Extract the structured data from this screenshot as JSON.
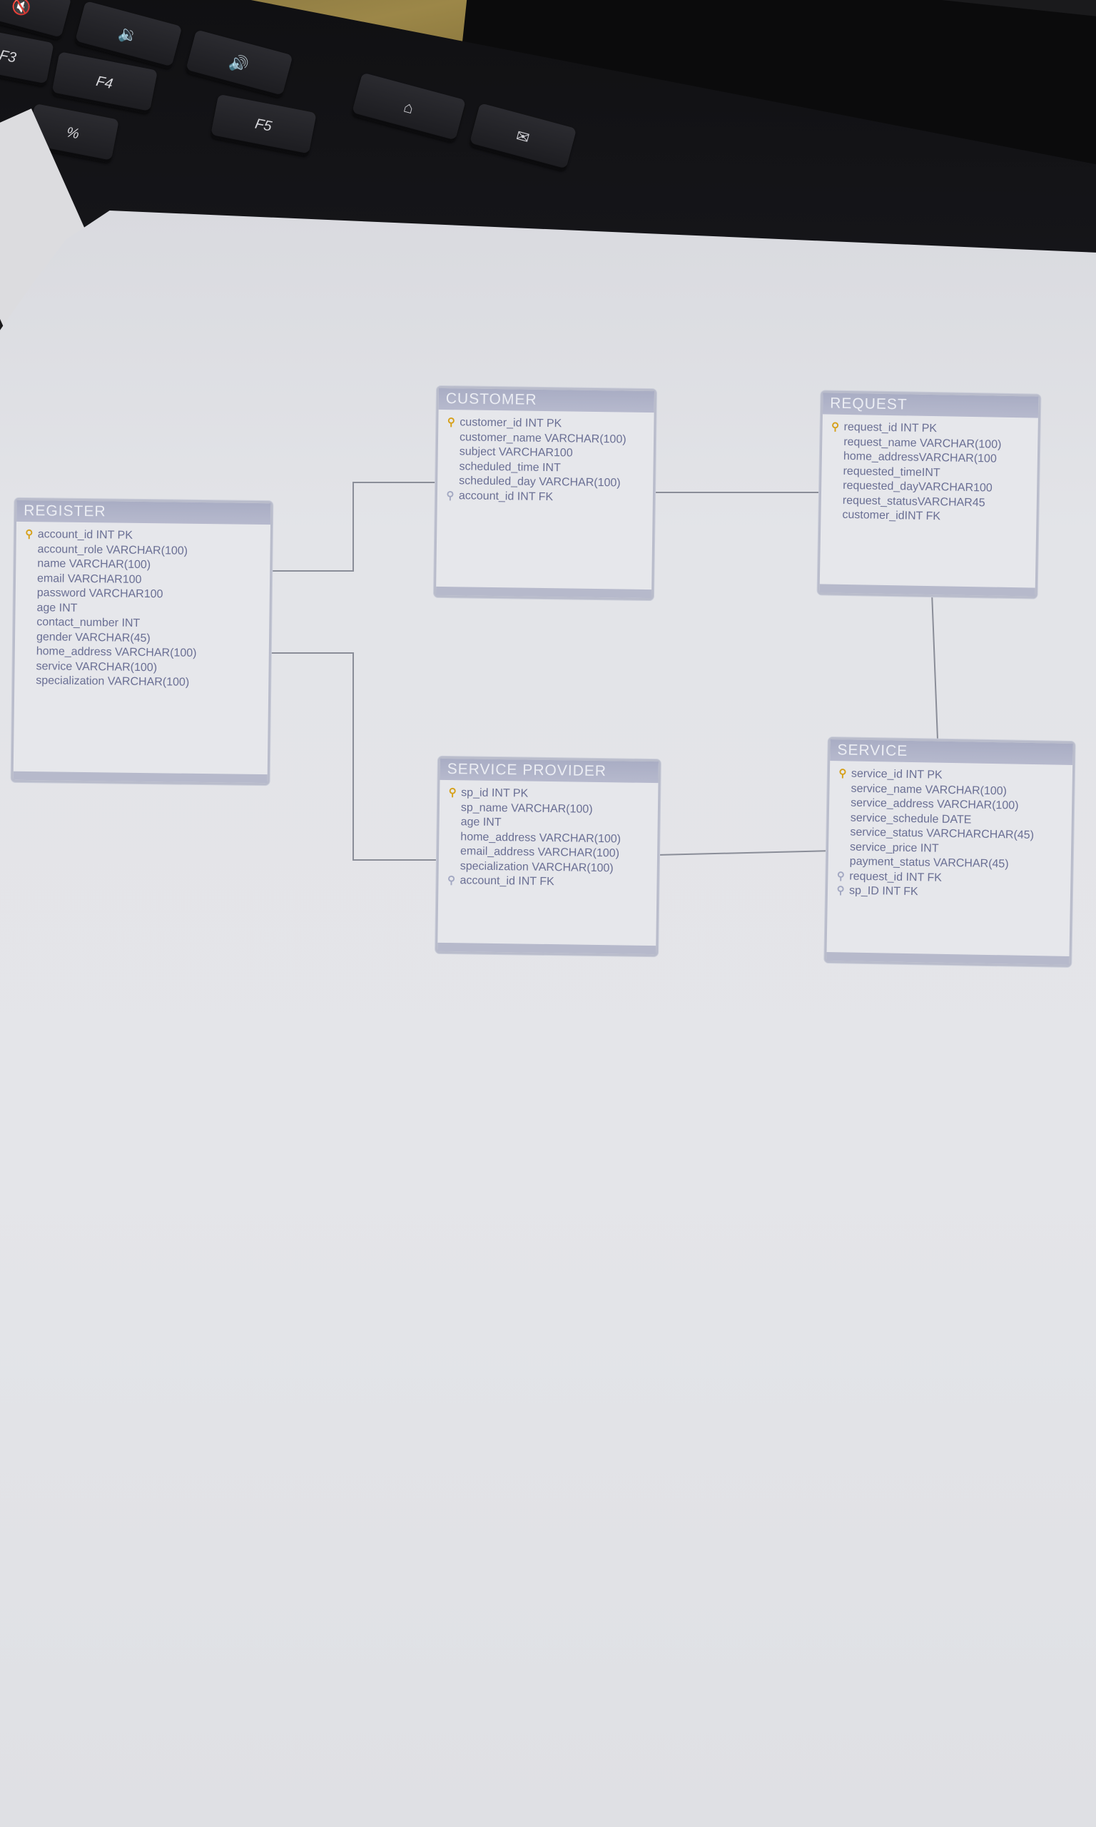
{
  "keyboard": {
    "keys": [
      {
        "label": "F3"
      },
      {
        "label": "F4"
      },
      {
        "label": "F5"
      },
      {
        "label": "%"
      },
      {
        "icon": "mute-icon"
      },
      {
        "icon": "volume-down-icon"
      },
      {
        "icon": "volume-up-icon"
      },
      {
        "icon": "home-icon"
      },
      {
        "icon": "mail-icon"
      }
    ]
  },
  "entities": {
    "register": {
      "title": "REGISTER",
      "attributes": [
        {
          "text": "account_id INT PK",
          "key": "pk"
        },
        {
          "text": "account_role VARCHAR(100)",
          "key": "none"
        },
        {
          "text": "name VARCHAR(100)",
          "key": "none"
        },
        {
          "text": "email VARCHAR100",
          "key": "none"
        },
        {
          "text": "password VARCHAR100",
          "key": "none"
        },
        {
          "text": "age INT",
          "key": "none"
        },
        {
          "text": "contact_number INT",
          "key": "none"
        },
        {
          "text": "gender VARCHAR(45)",
          "key": "none"
        },
        {
          "text": "home_address VARCHAR(100)",
          "key": "none"
        },
        {
          "text": "service VARCHAR(100)",
          "key": "none"
        },
        {
          "text": "specialization VARCHAR(100)",
          "key": "none"
        }
      ]
    },
    "customer": {
      "title": "CUSTOMER",
      "attributes": [
        {
          "text": "customer_id INT PK",
          "key": "pk"
        },
        {
          "text": "customer_name VARCHAR(100)",
          "key": "none"
        },
        {
          "text": "subject VARCHAR100",
          "key": "none"
        },
        {
          "text": "scheduled_time INT",
          "key": "none"
        },
        {
          "text": "scheduled_day VARCHAR(100)",
          "key": "none"
        },
        {
          "text": "account_id INT FK",
          "key": "fk"
        }
      ]
    },
    "request": {
      "title": "REQUEST",
      "attributes": [
        {
          "text": "request_id INT PK",
          "key": "pk"
        },
        {
          "text": "request_name VARCHAR(100)",
          "key": "none"
        },
        {
          "text": "home_addressVARCHAR(100",
          "key": "none"
        },
        {
          "text": "requested_timeINT",
          "key": "none"
        },
        {
          "text": "requested_dayVARCHAR100",
          "key": "none"
        },
        {
          "text": "request_statusVARCHAR45",
          "key": "none"
        },
        {
          "text": "customer_idINT FK",
          "key": "none"
        }
      ]
    },
    "service_provider": {
      "title": "SERVICE PROVIDER",
      "attributes": [
        {
          "text": "sp_id INT PK",
          "key": "pk"
        },
        {
          "text": "sp_name VARCHAR(100)",
          "key": "none"
        },
        {
          "text": "age INT",
          "key": "none"
        },
        {
          "text": "home_address VARCHAR(100)",
          "key": "none"
        },
        {
          "text": "email_address VARCHAR(100)",
          "key": "none"
        },
        {
          "text": "specialization VARCHAR(100)",
          "key": "none"
        },
        {
          "text": "account_id INT FK",
          "key": "fk"
        }
      ]
    },
    "service": {
      "title": "SERVICE",
      "attributes": [
        {
          "text": "service_id INT PK",
          "key": "pk"
        },
        {
          "text": "service_name VARCHAR(100)",
          "key": "none"
        },
        {
          "text": "service_address VARCHAR(100)",
          "key": "none"
        },
        {
          "text": "service_schedule DATE",
          "key": "none"
        },
        {
          "text": "service_status VARCHARCHAR(45)",
          "key": "none"
        },
        {
          "text": "service_price INT",
          "key": "none"
        },
        {
          "text": "payment_status VARCHAR(45)",
          "key": "none"
        },
        {
          "text": "request_id INT FK",
          "key": "fk"
        },
        {
          "text": "sp_ID INT FK",
          "key": "fk"
        }
      ]
    }
  },
  "relationships": [
    {
      "from": "register",
      "to": "customer"
    },
    {
      "from": "register",
      "to": "service_provider"
    },
    {
      "from": "customer",
      "to": "request"
    },
    {
      "from": "request",
      "to": "service"
    },
    {
      "from": "service_provider",
      "to": "service"
    }
  ],
  "colors": {
    "pk_key": "#d6a019",
    "fk_key": "#a3a8c2",
    "header": "#b2b5ca",
    "attribute_text": "#6a6f94",
    "paper": "#e3e4e8"
  }
}
